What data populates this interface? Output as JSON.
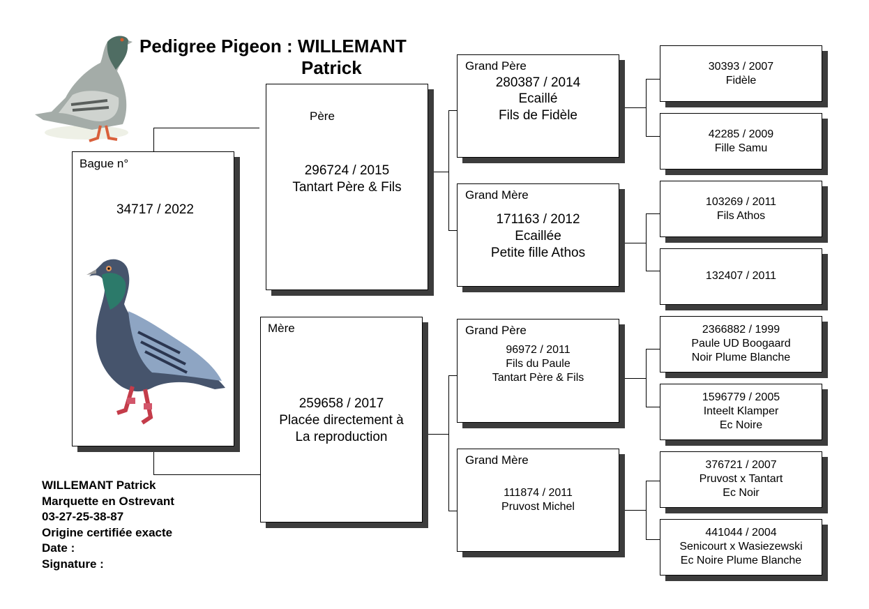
{
  "title": {
    "line1": "Pedigree Pigeon : WILLEMANT",
    "line2": "Patrick"
  },
  "subject": {
    "label": "Bague n°",
    "ring": "34717 / 2022"
  },
  "father": {
    "label": "Père",
    "ring": "296724 / 2015",
    "info": "Tantart Père & Fils"
  },
  "mother": {
    "label": "Mère",
    "ring": "259658 / 2017",
    "info1": "Placée directement à",
    "info2": "La reproduction"
  },
  "pf_gf": {
    "label": "Grand Père",
    "ring": "280387 / 2014",
    "info1": "Ecaillé",
    "info2": "Fils de Fidèle"
  },
  "pf_gm": {
    "label": "Grand Mère",
    "ring": "171163 / 2012",
    "info1": "Ecaillée",
    "info2": "Petite fille Athos"
  },
  "pm_gf": {
    "label": "Grand Père",
    "ring": "96972 / 2011",
    "info1": "Fils du Paule",
    "info2": "Tantart Père & Fils"
  },
  "pm_gm": {
    "label": "Grand Mère",
    "ring": "111874 / 2011",
    "info1": "Pruvost Michel"
  },
  "ggp": [
    {
      "ring": "30393 / 2007",
      "info1": "Fidèle"
    },
    {
      "ring": "42285 / 2009",
      "info1": "Fille Samu"
    },
    {
      "ring": "103269 / 2011",
      "info1": "Fils Athos"
    },
    {
      "ring": "132407 / 2011"
    },
    {
      "ring": "2366882 / 1999",
      "info1": "Paule UD Boogaard",
      "info2": "Noir Plume Blanche"
    },
    {
      "ring": "1596779 / 2005",
      "info1": "Inteelt Klamper",
      "info2": "Ec Noire"
    },
    {
      "ring": "376721 / 2007",
      "info1": "Pruvost x Tantart",
      "info2": "Ec Noir"
    },
    {
      "ring": "441044 / 2004",
      "info1": "Senicourt x Wasiezewski",
      "info2": "Ec Noire Plume Blanche"
    }
  ],
  "owner": {
    "name": "WILLEMANT Patrick",
    "city": "Marquette en Ostrevant",
    "phone": "03-27-25-38-87",
    "cert": "Origine certifiée exacte",
    "date": "Date :",
    "signature": "Signature :"
  }
}
